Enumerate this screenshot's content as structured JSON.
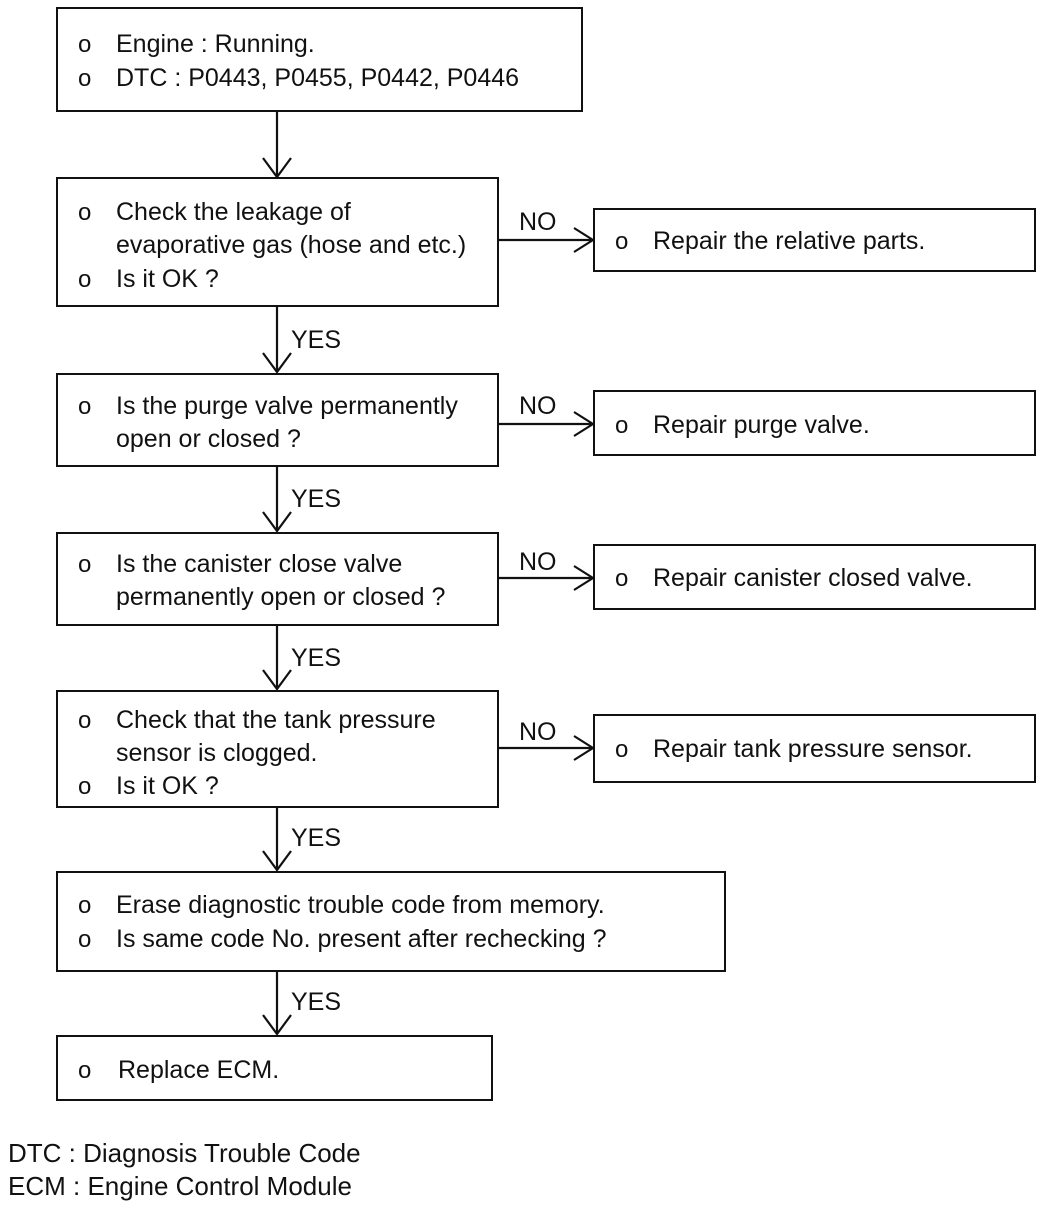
{
  "flowchart": {
    "start": {
      "lines": [
        "Engine : Running.",
        "DTC : P0443, P0455, P0442, P0446"
      ]
    },
    "steps": [
      {
        "lines": [
          "Check the leakage of",
          "evaporative gas (hose and etc.)",
          "Is it OK ?"
        ],
        "no_label": "NO",
        "no_action": "Repair the relative parts.",
        "yes_label": "YES"
      },
      {
        "lines": [
          "Is the purge valve permanently",
          "open or closed ?"
        ],
        "no_label": "NO",
        "no_action": "Repair purge valve.",
        "yes_label": "YES"
      },
      {
        "lines": [
          "Is the canister close valve",
          "permanently open or closed ?"
        ],
        "no_label": "NO",
        "no_action": "Repair canister closed valve.",
        "yes_label": "YES"
      },
      {
        "lines": [
          "Check that the tank pressure",
          "sensor is clogged.",
          "Is it OK ?"
        ],
        "no_label": "NO",
        "no_action": "Repair tank pressure sensor.",
        "yes_label": "YES"
      },
      {
        "lines": [
          "Erase diagnostic trouble code from memory.",
          "Is same code No. present after rechecking ?"
        ],
        "yes_label": "YES"
      }
    ],
    "final": {
      "lines": [
        "Replace ECM."
      ]
    },
    "bullet": "o"
  },
  "legend": {
    "dtc": "DTC : Diagnosis Trouble Code",
    "ecm": "ECM : Engine Control Module"
  }
}
